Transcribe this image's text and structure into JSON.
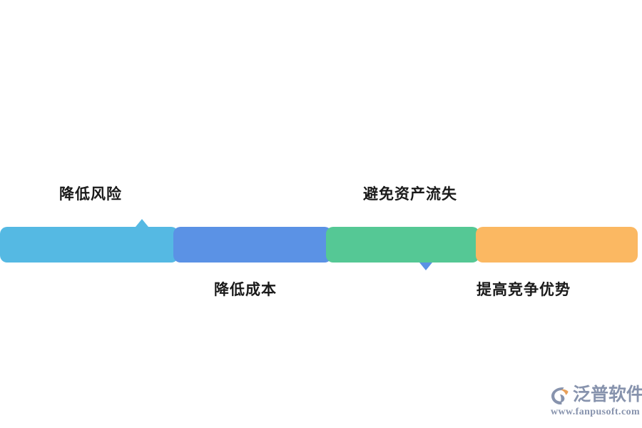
{
  "diagram": {
    "title": "",
    "type": "horizontal-process-bar",
    "segments": [
      {
        "label": "降低风险",
        "color": "#55b9e3",
        "label_position": "above",
        "pointer": "up"
      },
      {
        "label": "降低成本",
        "color": "#5b92e5",
        "label_position": "below",
        "pointer": "down"
      },
      {
        "label": "避免资产流失",
        "color": "#55c895",
        "label_position": "above",
        "pointer": "up"
      },
      {
        "label": "提高竞争优势",
        "color": "#fbb862",
        "label_position": "below",
        "pointer": "down"
      }
    ]
  },
  "watermark": {
    "brand_cn": "泛普软件",
    "url": "www.fanpusoft.com",
    "mark_icon": "fanpu-swoosh-logo-icon",
    "color": "#8793ad",
    "accent_color": "#e8a05a"
  }
}
